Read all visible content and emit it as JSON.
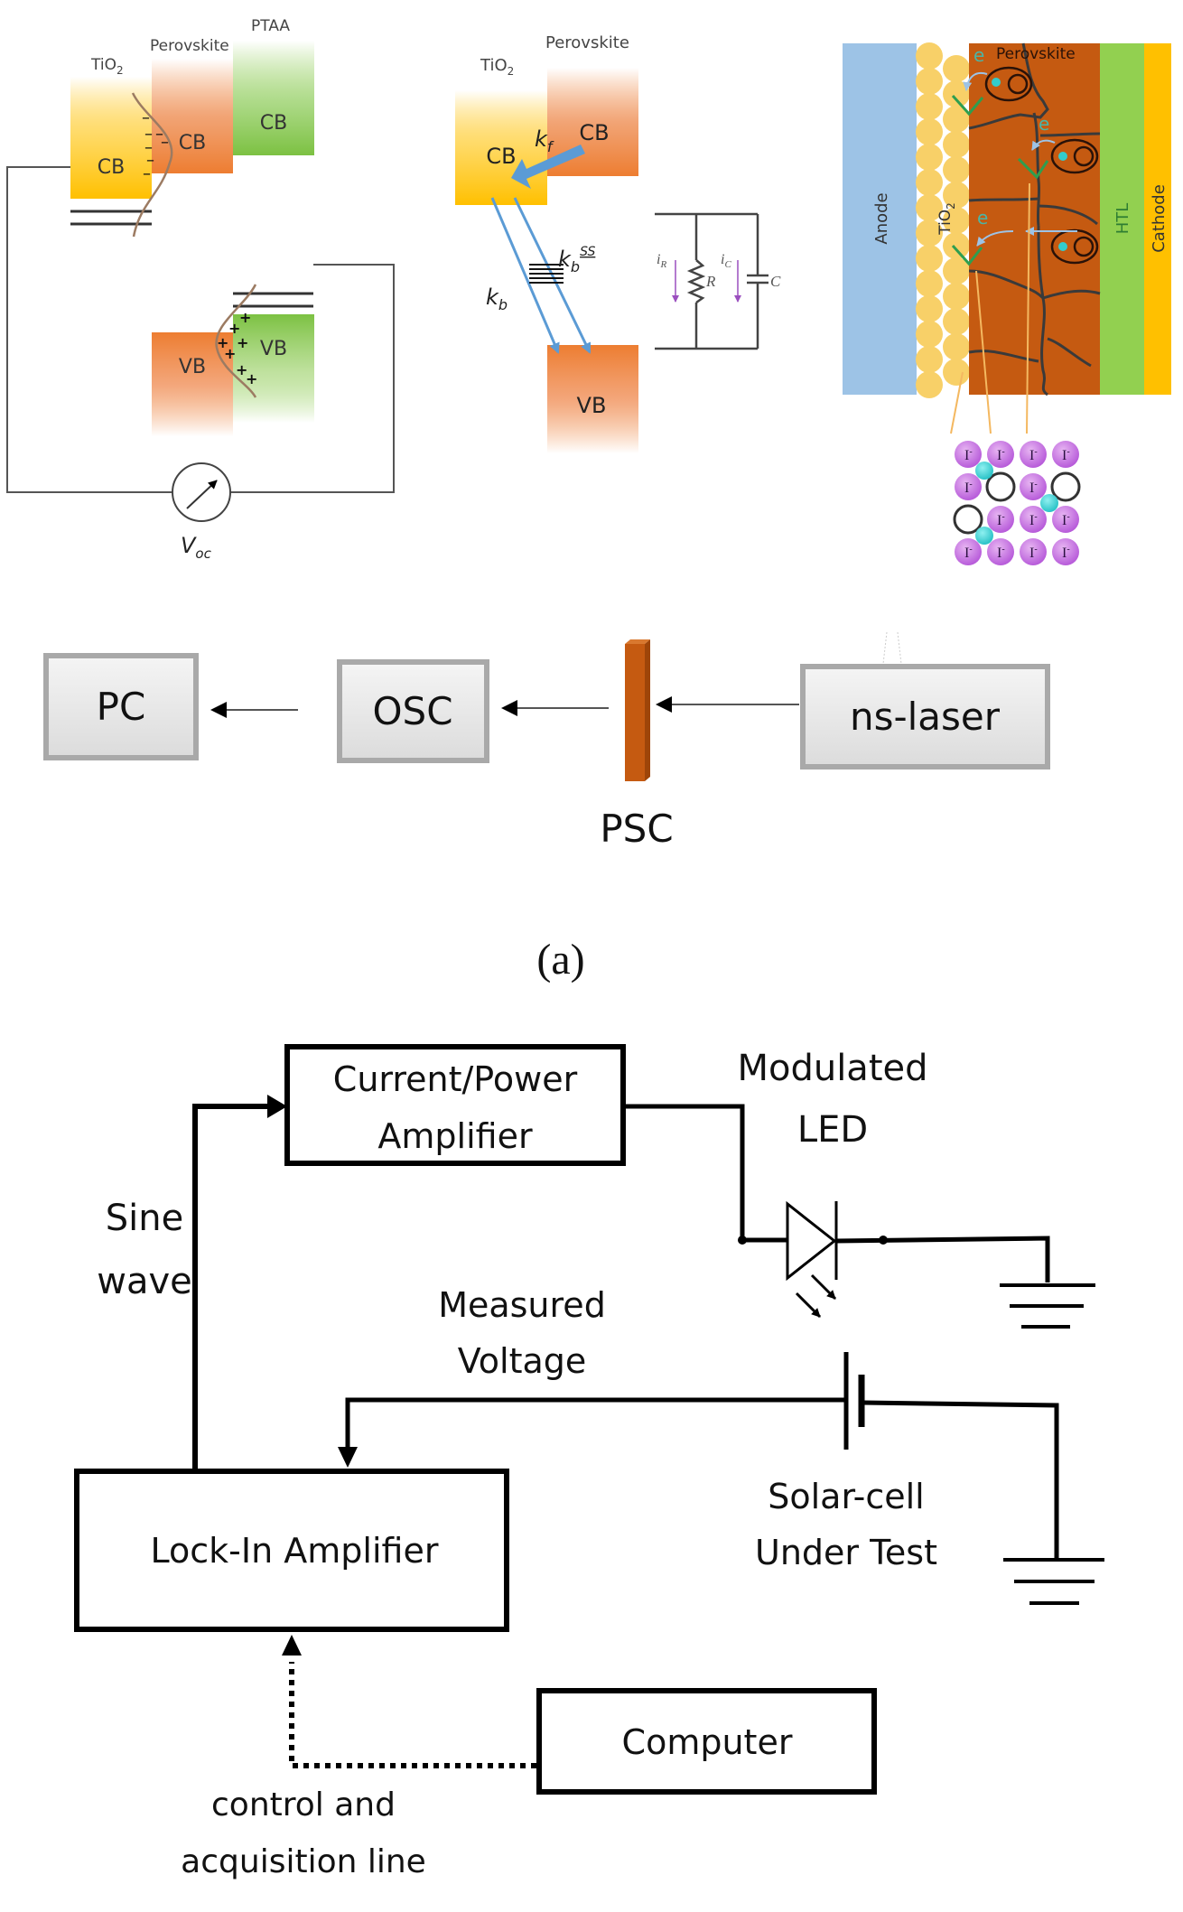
{
  "panel_a": {
    "caption": "(a)",
    "band_diagram_left": {
      "materials": [
        "TiO",
        "Perovskite",
        "PTAA"
      ],
      "tio2_sub": "2",
      "cb_labels": [
        "CB",
        "CB",
        "CB"
      ],
      "vb_labels": [
        "VB",
        "VB"
      ],
      "voc_label": "V",
      "voc_sub": "oc",
      "electron_symbol": "–",
      "hole_symbol": "+"
    },
    "band_diagram_middle": {
      "materials": [
        "TiO",
        "Perovskite"
      ],
      "tio2_sub": "2",
      "cb_labels": [
        "CB",
        "CB"
      ],
      "vb_label": "VB",
      "kf": "k",
      "kf_sub": "f",
      "kb": "k",
      "kb_sub": "b",
      "kbss": "k",
      "kbss_sub": "b",
      "kbss_sup": "SS",
      "circuit": {
        "iR": "i",
        "iR_sub": "R",
        "iC": "i",
        "iC_sub": "C",
        "R": "R",
        "C": "C"
      }
    },
    "device_stack": {
      "layers": [
        "Anode",
        "TiO",
        "Perovskite",
        "HTL",
        "Cathode"
      ],
      "tio2_sub": "2",
      "electron_label": "e",
      "ion_label": "I",
      "ion_sup": "-",
      "lattice": [
        [
          "ion",
          "ion",
          "ion",
          "ion"
        ],
        [
          "ion",
          "vacancy",
          "ion",
          "vacancy"
        ],
        [
          "vacancy",
          "ion",
          "ion",
          "ion"
        ],
        [
          "ion",
          "ion",
          "ion",
          "ion"
        ]
      ]
    },
    "setup_chain": {
      "pc": "PC",
      "osc": "OSC",
      "psc": "PSC",
      "laser": "ns-laser"
    },
    "colors": {
      "tio2": "#FFC000",
      "perovskite": "#ED7D31",
      "ptaa": "#8BCB4C",
      "arrow_blue": "#5B9BD5",
      "anode": "#9DC3E6",
      "tio2_particles": "#F8D068",
      "perovskite_film": "#C55A11",
      "htl": "#92D050",
      "cathode": "#FFC000",
      "ion": "#C86BE0",
      "cation": "#33CCCC"
    }
  },
  "panel_b": {
    "amplifier": [
      "Current/Power",
      "Amplifier"
    ],
    "led_label": [
      "Modulated",
      "LED"
    ],
    "sine_label": [
      "Sine",
      "wave"
    ],
    "measured_label": [
      "Measured",
      "Voltage"
    ],
    "lockin": "Lock-In Amplifier",
    "solar_label": [
      "Solar-cell",
      "Under Test"
    ],
    "computer": "Computer",
    "control_label": [
      "control and",
      "acquisition line"
    ]
  }
}
